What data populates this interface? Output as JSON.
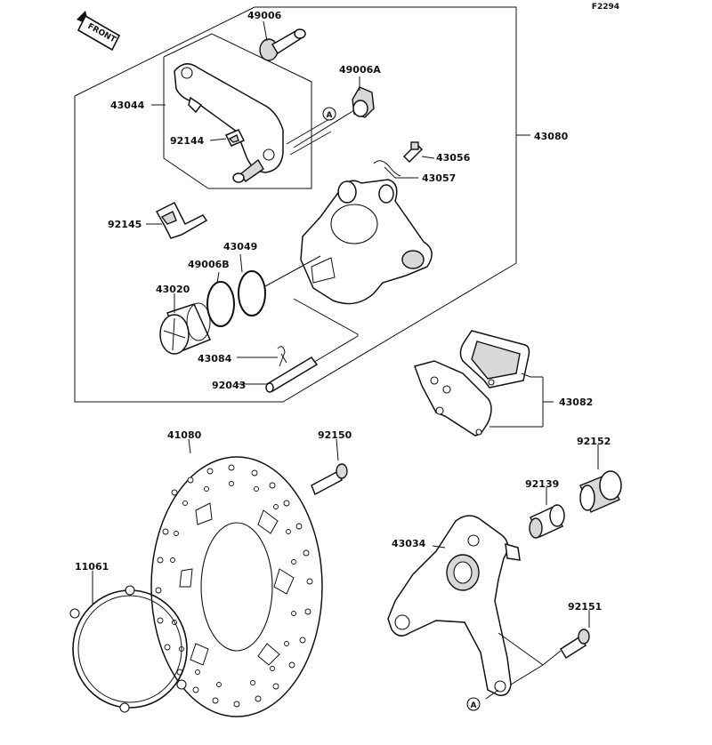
{
  "figure_id": "F2294",
  "front_label": "FRONT",
  "ref_marker": "A",
  "callouts": {
    "c49006": "49006",
    "c49006A": "49006A",
    "c43044": "43044",
    "c92144": "92144",
    "c43056": "43056",
    "c43057": "43057",
    "c43080": "43080",
    "c92145": "92145",
    "c43049": "43049",
    "c49006B": "49006B",
    "c43020": "43020",
    "c43084": "43084",
    "c92043": "92043",
    "c43082": "43082",
    "c41080": "41080",
    "c92150": "92150",
    "c92152": "92152",
    "c92139": "92139",
    "c43034": "43034",
    "c11061": "11061",
    "c92151": "92151"
  }
}
